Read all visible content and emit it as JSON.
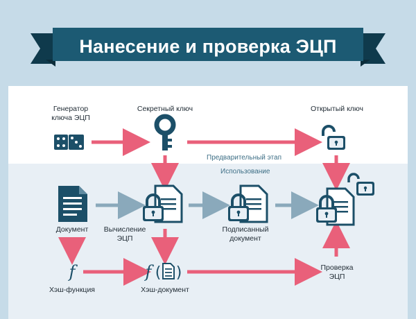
{
  "title": "Нанесение и проверка ЭЦП",
  "stages": {
    "preliminary": "Предварительный этап",
    "usage": "Использование"
  },
  "nodes": {
    "generator": "Генератор\nключа ЭЦП",
    "secret_key": "Секретный ключ",
    "public_key": "Открытый ключ",
    "document": "Документ",
    "calculation": "Вычисление\nЭЦП",
    "signed_document": "Подписанный\nдокумент",
    "hash_function": "Хэш-функция",
    "hash_document": "Хэш-документ",
    "verification": "Проверка\nЭЦП"
  },
  "colors": {
    "banner": "#1c5a73",
    "banner_shadow": "#0f3a4c",
    "icon": "#1c4f68",
    "arrow_pink": "#e9607a",
    "arrow_gray": "#8aa9bb",
    "stage_text": "#3e6f86"
  }
}
